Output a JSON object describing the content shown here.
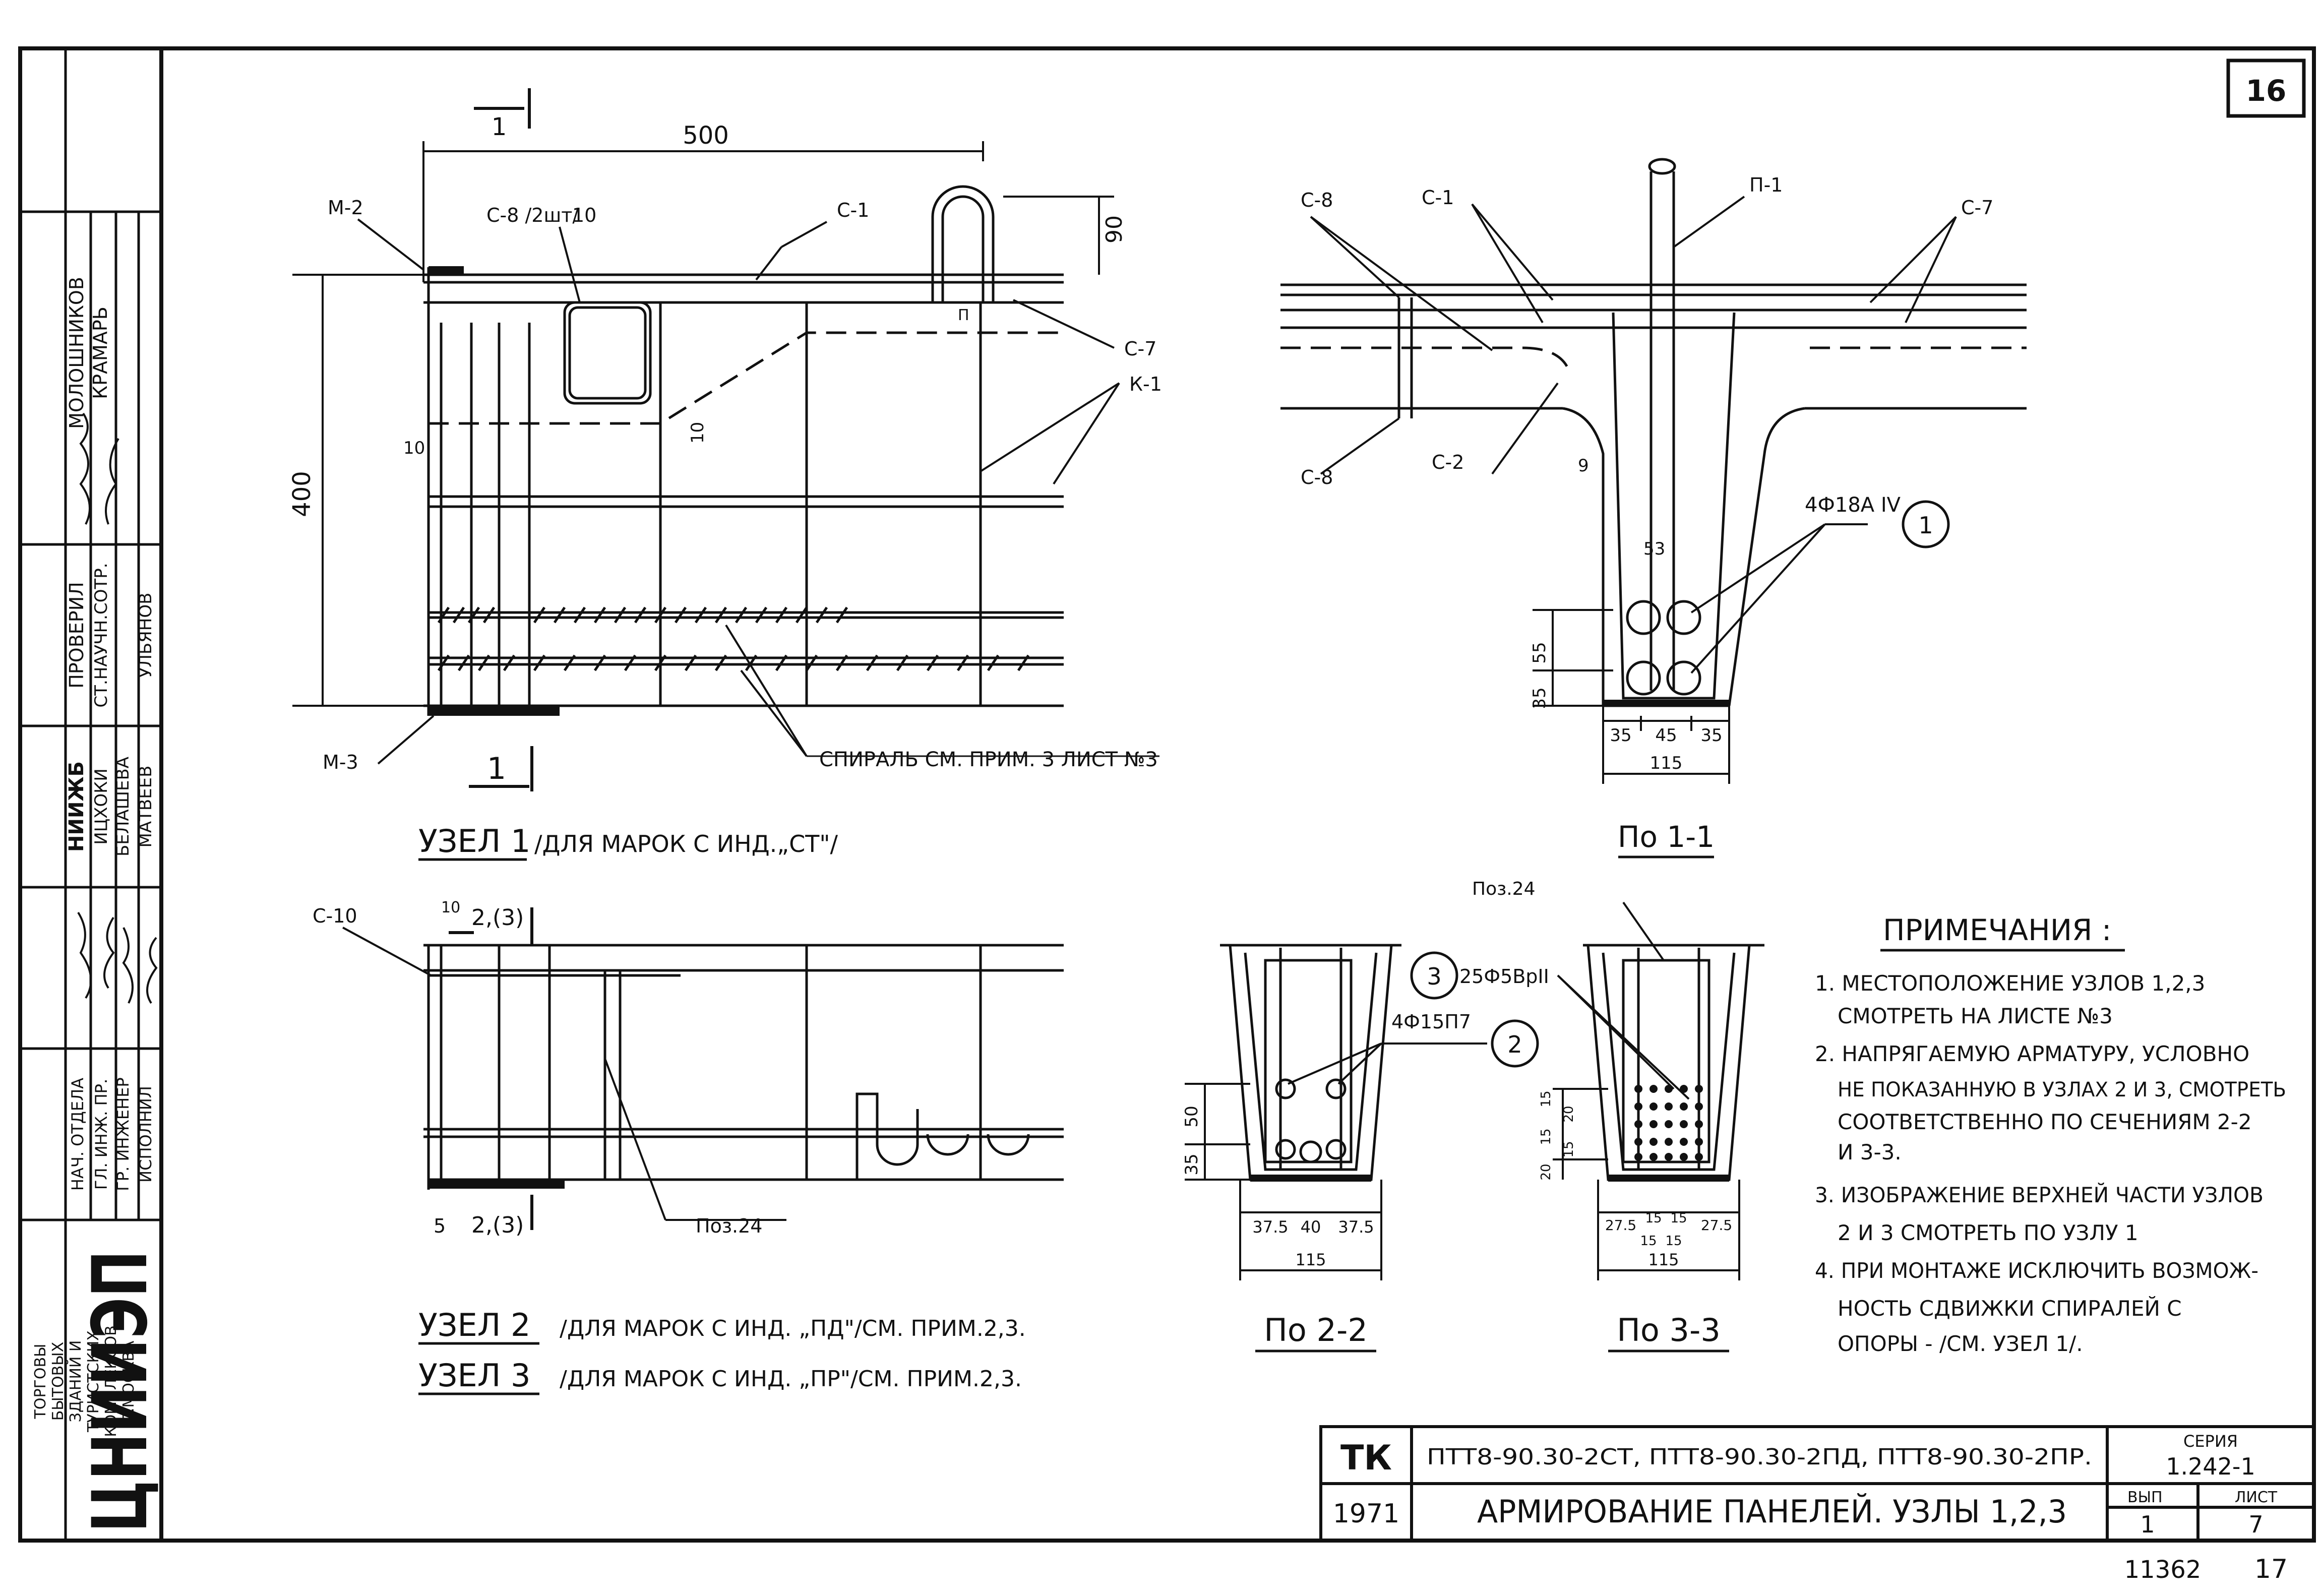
{
  "sheet_number": "16",
  "stamp": {
    "org_lines": [
      "ТОРГОВЫ",
      "БЫТОВЫХ",
      "ЗДАНИЙ И",
      "ТУРИСТСКИХ",
      "КОМПЛЕКСОВ",
      "Г.МОСКВА"
    ],
    "logo": "ЦНИИЭП",
    "roles": [
      "НАЧ. ОТДЕЛА",
      "ГЛ. ИНЖ. ПР.",
      "ГР. ИНЖЕНЕР",
      "ИСПОЛНИЛ"
    ],
    "names": [
      "ИЦХОКИ",
      "БЕЛАШЕВА",
      "МАТВЕЕВ",
      "УЛЬЯНОВ"
    ],
    "checked_title": "ПРОВЕРИЛ",
    "checked_role": "СТ.НАУЧН.СОТР.",
    "checked_org": "НИИЖБ",
    "checked_names": [
      "МОЛОШНИКОВ",
      "КРАМАРЬ"
    ]
  },
  "node1": {
    "title": "УЗЕЛ 1",
    "subtitle": "/ДЛЯ МАРОК С ИНД.„СТ\"/",
    "section_marker": "1",
    "dims": {
      "width": "500",
      "height": "400",
      "top": "90",
      "d10a": "10",
      "d10b": "10",
      "d10c": "10"
    },
    "labels": {
      "m2": "М-2",
      "m3": "М-3",
      "c8": "С-8 /2шт/",
      "c1": "С-1",
      "c7": "С-7",
      "k1": "К-1",
      "p1": "П",
      "spiral": "СПИРАЛЬ СМ. ПРИМ. 3 ЛИСТ №3"
    }
  },
  "node23": {
    "title2": "УЗЕЛ 2",
    "subtitle2": "/ДЛЯ МАРОК С ИНД. „ПД\"/СМ. ПРИМ.2,3.",
    "title3": "УЗЕЛ 3",
    "subtitle3": "/ДЛЯ МАРОК С ИНД. „ПР\"/СМ. ПРИМ.2,3.",
    "labels": {
      "c10": "С-10",
      "poz24": "Поз.24",
      "d10": "10",
      "d5": "5",
      "sec_top": "2,(3)",
      "sec_bottom": "2,(3)"
    }
  },
  "section11": {
    "title": "По 1-1",
    "labels": {
      "c8a": "С-8",
      "c8b": "С-8",
      "c1": "С-1",
      "c2": "С-2",
      "c7": "С-7",
      "p1": "П-1",
      "rebar": "4Ф18А IV",
      "circle": "1"
    },
    "dims": {
      "d9": "9",
      "d53": "53",
      "d55": "55",
      "d35": "35",
      "b35a": "35",
      "b45": "45",
      "b35b": "35",
      "b115": "115"
    }
  },
  "section22": {
    "title": "По 2-2",
    "labels": {
      "rebar": "4Ф15П7",
      "circle": "2"
    },
    "dims": {
      "d50": "50",
      "d35": "35",
      "b375a": "37.5",
      "b40": "40",
      "b375b": "37.5",
      "b115": "115"
    }
  },
  "section33": {
    "title": "По 3-3",
    "labels": {
      "poz24": "Поз.24",
      "rebar": "25Ф5ВрII",
      "circle": "3"
    },
    "dims": {
      "d15a": "15",
      "d20a": "20",
      "d15b": "15",
      "d15c": "15",
      "d20b": "20",
      "b275a": "27.5",
      "b15a": "15",
      "b15b": "15",
      "b275b": "27.5",
      "b15c": "15",
      "b15d": "15",
      "b115": "115"
    }
  },
  "notes": {
    "title": "ПРИМЕЧАНИЯ :",
    "lines": [
      "1. МЕСТОПОЛОЖЕНИЕ УЗЛОВ 1,2,3",
      "СМОТРЕТЬ НА ЛИСТЕ №3",
      "2. НАПРЯГАЕМУЮ АРМАТУРУ, УСЛОВНО",
      "НЕ ПОКАЗАННУЮ В УЗЛАХ 2 И 3, СМОТРЕТЬ",
      "СООТВЕТСТВЕННО ПО СЕЧЕНИЯМ 2-2",
      "И 3-3.",
      "3. ИЗОБРАЖЕНИЕ ВЕРХНЕЙ ЧАСТИ УЗЛОВ",
      "2 И 3 СМОТРЕТЬ ПО УЗЛУ 1",
      "4. ПРИ МОНТАЖЕ ИСКЛЮЧИТЬ ВОЗМОЖ-",
      "НОСТЬ СДВИЖКИ СПИРАЛЕЙ С",
      "ОПОРЫ - /СМ. УЗЕЛ 1/."
    ]
  },
  "title_block": {
    "code": "ТК",
    "year": "1971",
    "marks": "ПТТ8-90.30-2СТ, ПТТ8-90.30-2ПД, ПТТ8-90.30-2ПР.",
    "title": "АРМИРОВАНИЕ ПАНЕЛЕЙ. УЗЛЫ 1,2,3",
    "series_label": "СЕРИЯ",
    "series": "1.242-1",
    "issue_label": "ВЫП",
    "issue": "1",
    "sheet_label": "ЛИСТ",
    "sheet": "7"
  },
  "footer": {
    "number": "11362",
    "page": "17"
  }
}
